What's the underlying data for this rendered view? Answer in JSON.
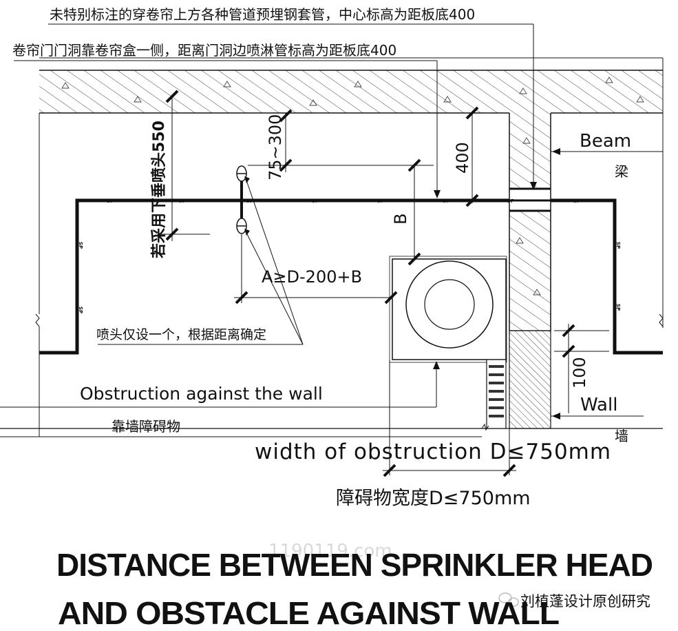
{
  "notes": {
    "top_note_1": "未特别标注的穿卷帘上方各种管道预埋钢套管，中心标高为距板底400",
    "top_note_2": "卷帘门门洞靠卷帘盒一侧，距离门洞边喷淋管标高为距板底400",
    "pendent_note": "若采用下垂喷头550",
    "single_head_note": "喷头仅设一个，根据距离确定"
  },
  "dimensions": {
    "d_75_300": "75~300",
    "d_400": "400",
    "d_B": "B",
    "d_A": "A≥D-200+B",
    "d_100": "100"
  },
  "labels": {
    "beam_en": "Beam",
    "beam_cn": "梁",
    "wall_en": "Wall",
    "wall_cn": "墙",
    "obstruction_en": "Obstruction against the wall",
    "obstruction_cn": "靠墙障碍物",
    "width_en": "width of obstruction D≤750mm",
    "width_cn": "障碍物宽度D≤750mm",
    "pipe_tag": "SP"
  },
  "title": {
    "line1": "DISTANCE BETWEEN SPRINKLER HEAD",
    "line2": "AND OBSTACLE  AGAINST WALL"
  },
  "watermarks": {
    "site": "1190119.com",
    "account": "刘植蓬设计原创研究"
  },
  "colors": {
    "line": "#111111",
    "hatch": "#444444",
    "watermark": "#d0d0d0"
  },
  "icons": {
    "wechat": "wechat-icon",
    "sprinkler": "sprinkler-head-icon"
  }
}
